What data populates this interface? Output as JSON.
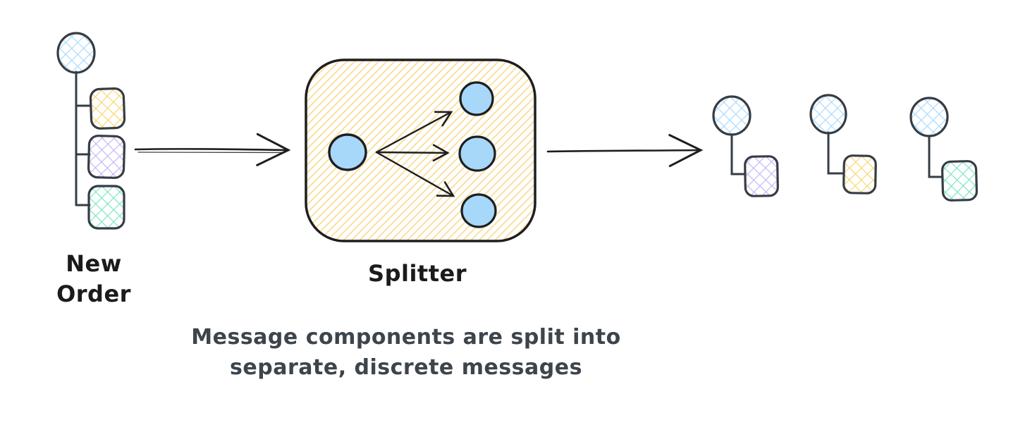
{
  "diagram": {
    "pattern_name": "Splitter",
    "source_message": {
      "label_line1": "New",
      "label_line2": "Order",
      "header": "message-header-circle",
      "parts": [
        "yellow-part",
        "purple-part",
        "green-part"
      ]
    },
    "splitter": {
      "label": "Splitter",
      "input_circles": 1,
      "output_circles": 3
    },
    "output_messages": [
      {
        "part_color_name": "purple"
      },
      {
        "part_color_name": "yellow"
      },
      {
        "part_color_name": "green"
      }
    ],
    "caption": {
      "line1": "Message components are split into",
      "line2": "separate, discrete messages"
    },
    "colors": {
      "ink": "#1e1e1e",
      "shape_outline": "#363c44",
      "blue_fill": "#a7d7f9",
      "blue_hatch": "#a5d8ff",
      "yellow_hatch": "#f9d465",
      "purple_hatch": "#c3b2f9",
      "green_hatch": "#74e3c0",
      "splitter_hatch": "#f8dc90",
      "label_text": "#1b1b1b",
      "caption_text": "#3d444c",
      "background": "#ffffff"
    }
  }
}
